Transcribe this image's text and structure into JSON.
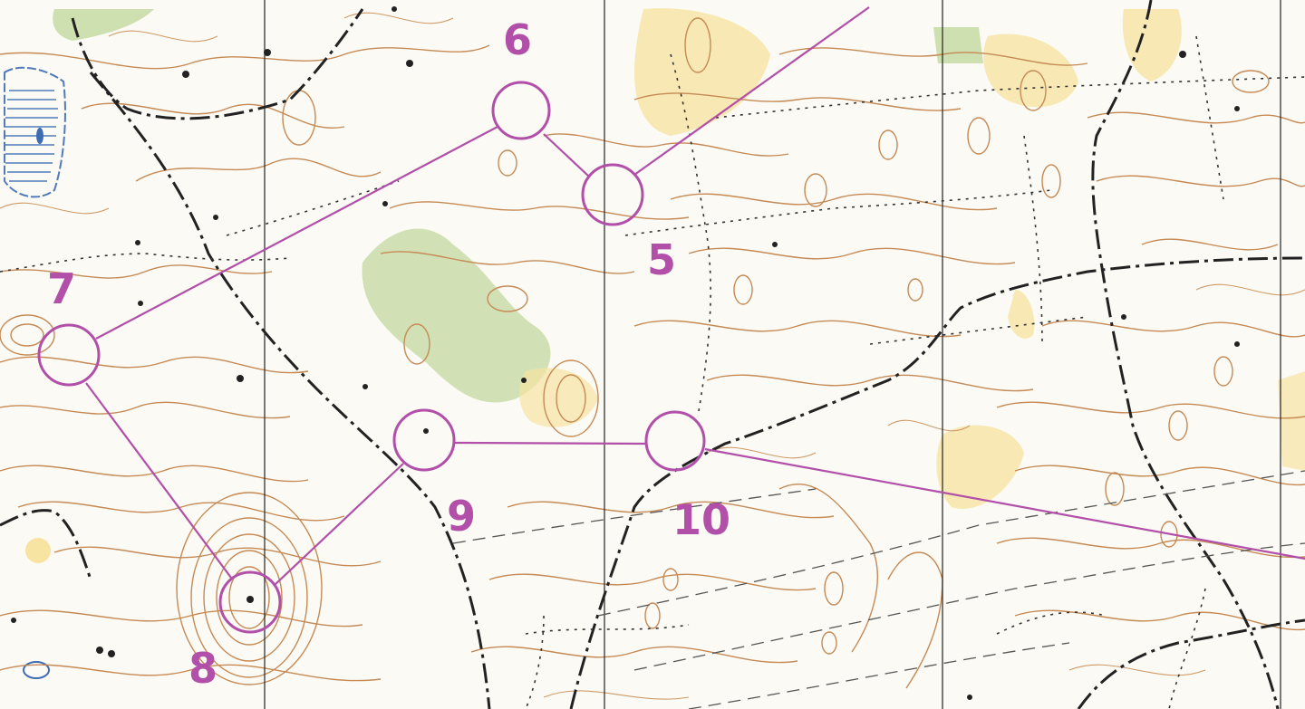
{
  "map": {
    "colors": {
      "paper": "#fbfaf4",
      "contour": "#c58a55",
      "course": "#b14fa9",
      "vegetation_green": "#c9dca9",
      "open_yellow": "#f7e3a2",
      "water_blue": "#3d6cb3",
      "black": "#222222"
    }
  },
  "course": {
    "controls": [
      {
        "number": "5"
      },
      {
        "number": "6"
      },
      {
        "number": "7"
      },
      {
        "number": "8"
      },
      {
        "number": "9"
      },
      {
        "number": "10"
      }
    ]
  }
}
